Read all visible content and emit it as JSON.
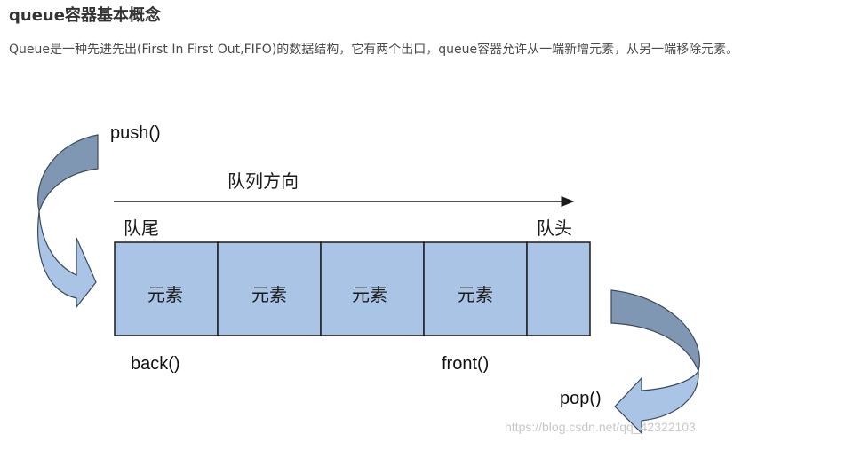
{
  "article": {
    "title": "queue容器基本概念",
    "intro": "Queue是一种先进先出(First In First Out,FIFO)的数据结构，它有两个出口，queue容器允许从一端新增元素，从另一端移除元素。"
  },
  "diagram": {
    "push_label": "push()",
    "pop_label": "pop()",
    "direction_label": "队列方向",
    "tail_label": "队尾",
    "head_label": "队头",
    "cells": [
      "元素",
      "元素",
      "元素",
      "元素",
      ""
    ],
    "back_label": "back()",
    "front_label": "front()",
    "colors": {
      "cell_fill": "#a9c4e4",
      "cell_border": "#1a1a1a",
      "arrow_light": "#a9c4e4",
      "arrow_dark": "#7f97b2",
      "arrow_outline": "#3b4a5c"
    }
  },
  "watermark": "https://blog.csdn.net/qq_42322103"
}
